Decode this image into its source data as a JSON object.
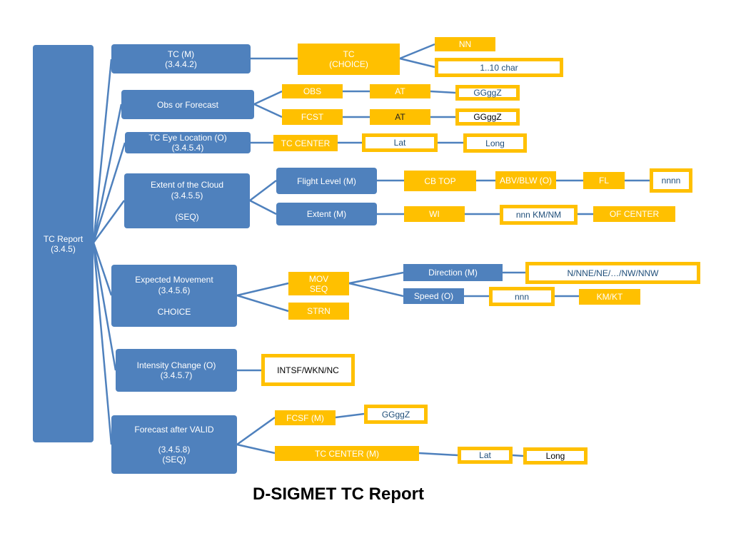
{
  "title": "D-SIGMET TC Report",
  "colors": {
    "node_blue": "#4f81bd",
    "node_orange": "#ffc000",
    "connector": "#4f81bd"
  },
  "nodes": {
    "tc_report": "TC Report\n(3.4.5)",
    "tc_m": "TC (M)\n(3.4.4.2)",
    "tc_choice": "TC\n(CHOICE)",
    "nn": "NN",
    "char_1_10": "1..10 char",
    "obs_or_forecast": "Obs or Forecast",
    "obs": "OBS",
    "obs_at": "AT",
    "obs_time": "GGggZ",
    "fcst": "FCST",
    "fcst_at": "AT",
    "fcst_time": "GGggZ",
    "tc_eye_location": "TC Eye Location (O)\n(3.4.5.4)",
    "tc_center": "TC CENTER",
    "eye_lat": "Lat",
    "eye_long": "Long",
    "extent_of_cloud": "Extent of the Cloud\n(3.4.5.5)\n\n(SEQ)",
    "flight_level": "Flight Level (M)",
    "cb_top": "CB TOP",
    "abv_blw": "ABV/BLW (O)",
    "fl": "FL",
    "nnnn": "nnnn",
    "extent_m": "Extent (M)",
    "wi": "WI",
    "nnn_km_nm": "nnn KM/NM",
    "of_center": "OF CENTER",
    "expected_movement": "Expected Movement\n(3.4.5.6)\n\nCHOICE",
    "mov_seq": "MOV\nSEQ",
    "strn": "STRN",
    "direction": "Direction (M)",
    "directions_list": "N/NNE/NE/…/NW/NNW",
    "speed": "Speed (O)",
    "speed_nnn": "nnn",
    "km_kt": "KM/KT",
    "intensity_change": "Intensity Change (O)\n(3.4.5.7)",
    "intsf_wkn_nc": "INTSF/WKN/NC",
    "forecast_after_valid": "Forecast after VALID\n\n(3.4.5.8)\n(SEQ)",
    "fcsf": "FCSF (M)",
    "fcsf_time": "GGggZ",
    "tc_center_m": "TC CENTER (M)",
    "fc_lat": "Lat",
    "fc_long": "Long"
  }
}
